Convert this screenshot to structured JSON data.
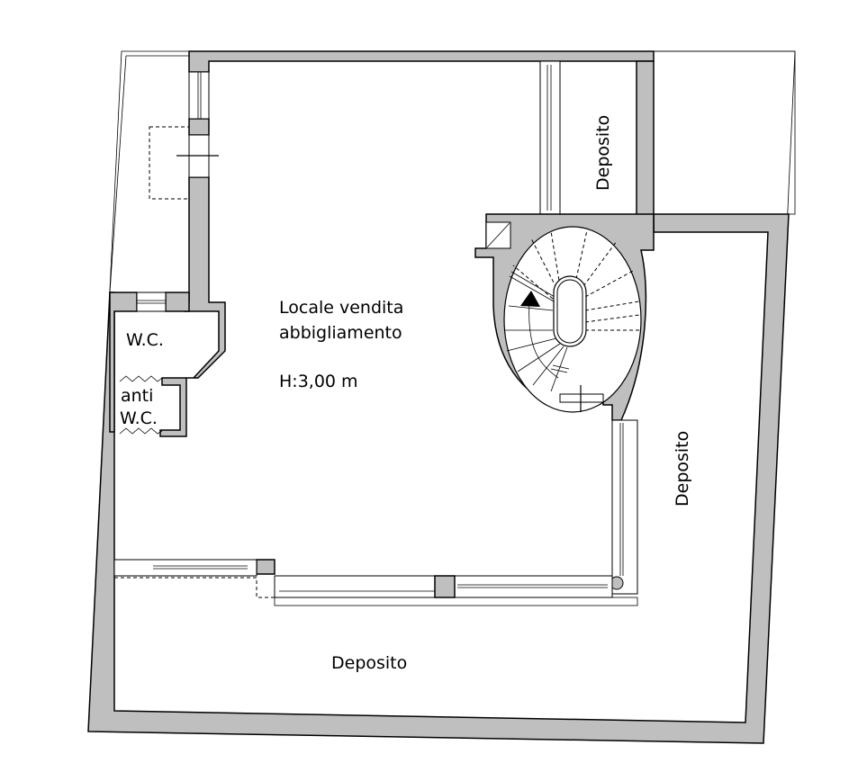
{
  "rooms": {
    "main_name_line1": "Locale vendita",
    "main_name_line2": "abbigliamento",
    "main_height": "H:3,00 m",
    "wc": "W.C.",
    "anti_wc_line1": "anti",
    "anti_wc_line2": "W.C.",
    "deposito_top": "Deposito",
    "deposito_right": "Deposito",
    "deposito_bottom": "Deposito"
  },
  "colors": {
    "wall": "#bfbfbf",
    "line": "#000000",
    "background": "#ffffff"
  }
}
